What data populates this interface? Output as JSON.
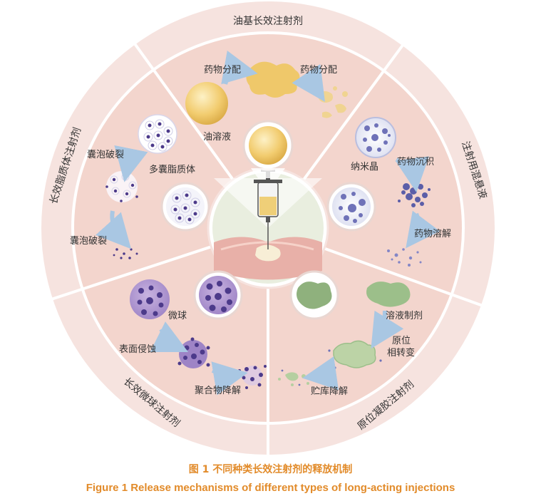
{
  "segments": {
    "oil": "油基长效注射剂",
    "suspension": "注射用混悬液",
    "gel": "原位凝胶注射剂",
    "microsphere": "长效微球注射剂",
    "liposome": "长效脂质体注射剂"
  },
  "labels": {
    "drug_partition_1": "药物分配",
    "drug_partition_2": "药物分配",
    "oil_solution": "油溶液",
    "nanocrystal": "纳米晶",
    "drug_precipitate": "药物沉积",
    "drug_dissolve": "药物溶解",
    "solution_formulation": "溶液制剂",
    "in_situ": "原位",
    "phase_transition": "相转变",
    "depot_degradation": "贮库降解",
    "microsphere": "微球",
    "surface_erosion": "表面侵蚀",
    "polymer_degradation": "聚合物降解",
    "vesicle_rupture_1": "囊泡破裂",
    "multivesicular_liposome": "多囊脂质体",
    "vesicle_rupture_2": "囊泡破裂"
  },
  "caption": {
    "zh": "图 1  不同种类长效注射剂的释放机制",
    "en": "Figure 1  Release mechanisms of different types of long-acting injections"
  },
  "colors": {
    "caption": "#e28b2a",
    "ring": "#f6e3df",
    "inner": "#f3d5cd",
    "divider": "#ffffff",
    "oil": "#efc86a",
    "nano": "#6f72b8",
    "gel": "#9cbf8a",
    "micro": "#7a5fa8",
    "arrow": "#a9c7e3"
  }
}
